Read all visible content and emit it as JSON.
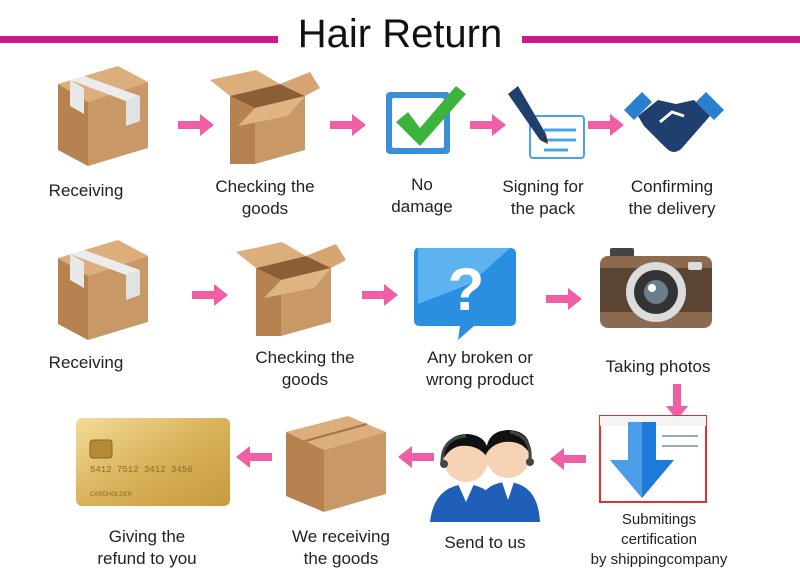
{
  "title": "Hair Return",
  "colors": {
    "accent": "#d1198f",
    "arrow": "#f05fa6",
    "box": "#c99867"
  },
  "row1": [
    {
      "lines": [
        "Receiving"
      ],
      "icon": "taped-box-icon"
    },
    {
      "lines": [
        "Checking the",
        "goods"
      ],
      "icon": "open-box-icon"
    },
    {
      "lines": [
        "No",
        "damage"
      ],
      "icon": "checkmark-icon"
    },
    {
      "lines": [
        "Signing for",
        "the pack"
      ],
      "icon": "pen-sign-icon"
    },
    {
      "lines": [
        "Confirming",
        "the delivery"
      ],
      "icon": "handshake-icon"
    }
  ],
  "row2": [
    {
      "lines": [
        "Receiving"
      ],
      "icon": "taped-box-icon"
    },
    {
      "lines": [
        "Checking the",
        "goods"
      ],
      "icon": "open-box-icon"
    },
    {
      "lines": [
        "Any broken or",
        "wrong product"
      ],
      "icon": "question-bubble-icon"
    },
    {
      "lines": [
        "Taking photos"
      ],
      "icon": "camera-icon"
    }
  ],
  "row3": [
    {
      "lines": [
        "Giving the",
        "refund to you"
      ],
      "icon": "credit-card-icon"
    },
    {
      "lines": [
        "We receiving",
        "the goods"
      ],
      "icon": "closed-box-icon"
    },
    {
      "lines": [
        "Send to us"
      ],
      "icon": "support-agents-icon"
    },
    {
      "lines": [
        "Submitings",
        "certification",
        "by shippingcompany"
      ],
      "icon": "download-document-icon"
    }
  ],
  "card": {
    "number": "5412 7512 3412 3456",
    "holder": "CARDHOLDER"
  }
}
